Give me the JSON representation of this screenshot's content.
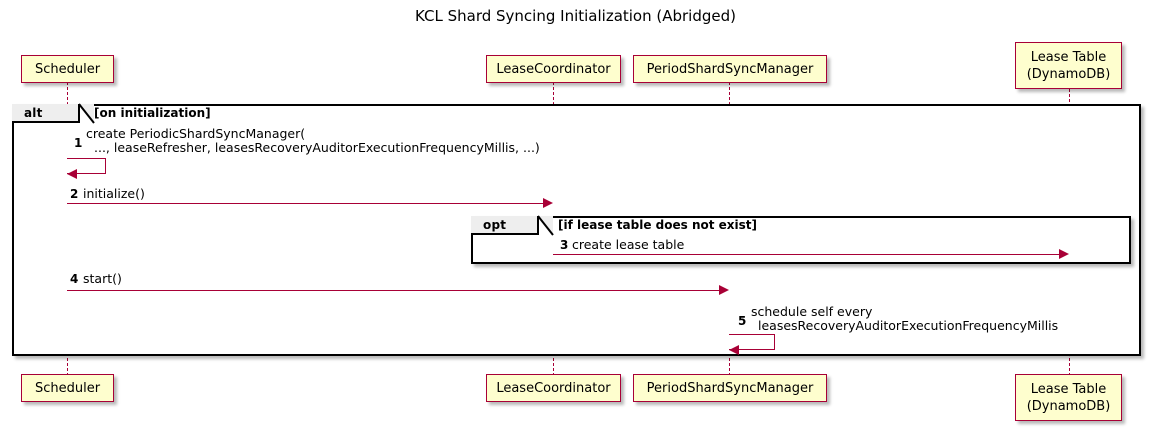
{
  "diagram": {
    "title": "KCL Shard Syncing Initialization (Abridged)",
    "type": "sequence-diagram",
    "colors": {
      "participant_fill": "#FEFECE",
      "participant_border": "#A80036",
      "arrow": "#A80036",
      "lifeline": "#A80036",
      "frame_border": "#000000",
      "frame_tab_fill": "#EEEEEE",
      "background": "#FFFFFF"
    }
  },
  "participants": [
    {
      "id": "scheduler",
      "name": "Scheduler",
      "line1": "Scheduler",
      "line2": ""
    },
    {
      "id": "lease-coordinator",
      "name": "LeaseCoordinator",
      "line1": "LeaseCoordinator",
      "line2": ""
    },
    {
      "id": "period-shard-sync-manager",
      "name": "PeriodShardSyncManager",
      "line1": "PeriodShardSyncManager",
      "line2": ""
    },
    {
      "id": "lease-table",
      "name": "Lease Table (DynamoDB)",
      "line1": "Lease Table",
      "line2": "(DynamoDB)"
    }
  ],
  "frames": [
    {
      "id": "alt-frame",
      "keyword": "alt",
      "condition": "[on initialization]"
    },
    {
      "id": "opt-frame",
      "keyword": "opt",
      "condition": "[if lease table does not exist]"
    }
  ],
  "messages": [
    {
      "num": "1",
      "from": "scheduler",
      "to": "scheduler",
      "kind": "self",
      "line1": "create PeriodicShardSyncManager(",
      "line2": "..., leaseRefresher, leasesRecoveryAuditorExecutionFrequencyMillis, ...)"
    },
    {
      "num": "2",
      "from": "scheduler",
      "to": "lease-coordinator",
      "kind": "call",
      "line1": "initialize()",
      "line2": ""
    },
    {
      "num": "3",
      "from": "lease-coordinator",
      "to": "lease-table",
      "kind": "call",
      "line1": "create lease table",
      "line2": ""
    },
    {
      "num": "4",
      "from": "scheduler",
      "to": "period-shard-sync-manager",
      "kind": "call",
      "line1": "start()",
      "line2": ""
    },
    {
      "num": "5",
      "from": "period-shard-sync-manager",
      "to": "period-shard-sync-manager",
      "kind": "self",
      "line1": "schedule self every",
      "line2": "leasesRecoveryAuditorExecutionFrequencyMillis"
    }
  ]
}
